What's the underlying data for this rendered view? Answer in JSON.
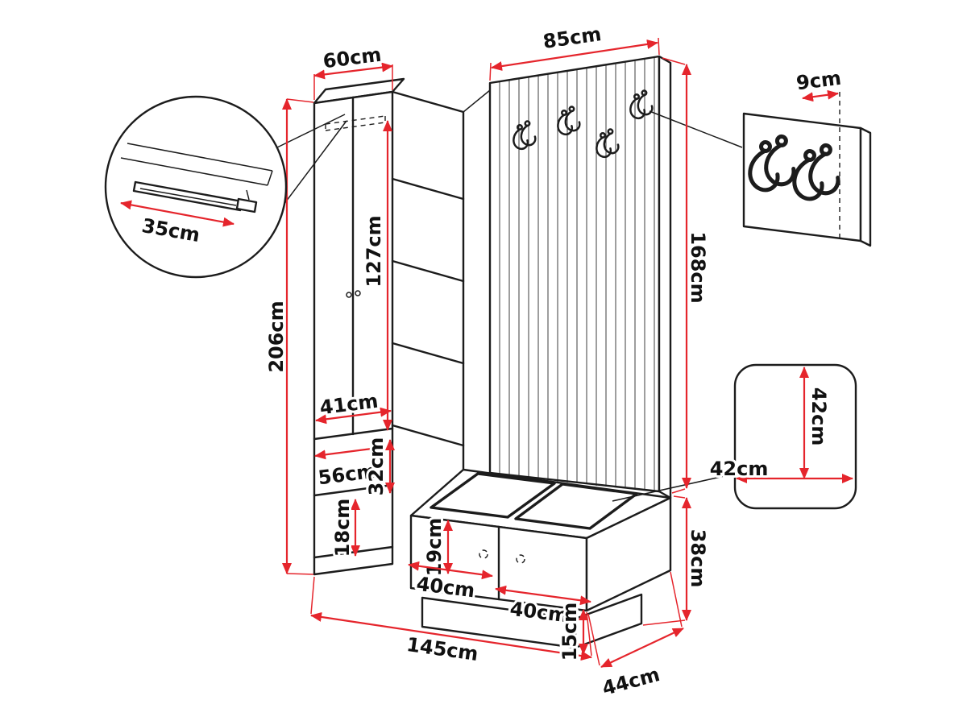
{
  "colors": {
    "background": "#ffffff",
    "outline": "#1c1c1c",
    "dimension": "#e5252c",
    "text": "#111111"
  },
  "labels": {
    "wardrobe_width": "60cm",
    "wardrobe_height": "206cm",
    "rail_detail_length": "35cm",
    "panel_width": "85cm",
    "hook_detail_depth": "9cm",
    "interior_height": "127cm",
    "shelf_width": "41cm",
    "drawer_width": "56cm",
    "drawer_height": "32cm",
    "base_height": "18cm",
    "bench_inner_height": "19cm",
    "bench_door_left_width": "40cm",
    "bench_door_right_width": "40cm",
    "total_width": "145cm",
    "bench_base_height": "15cm",
    "bench_depth": "44cm",
    "panel_height": "168cm",
    "bench_height": "38cm",
    "seat_detail_depth": "42cm",
    "seat_detail_width": "42cm"
  }
}
